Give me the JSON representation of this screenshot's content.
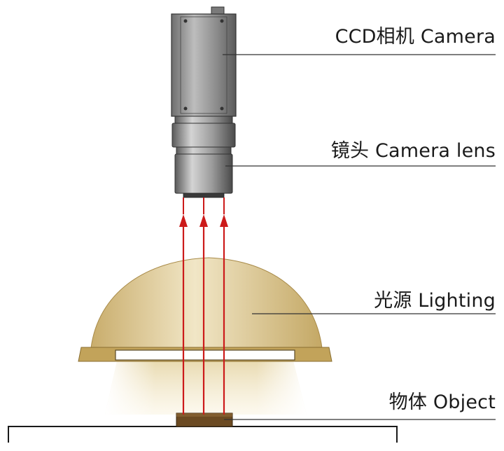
{
  "labels": {
    "camera": "CCD相机 Camera",
    "lens": "镜头 Camera lens",
    "light": "光源 Lighting",
    "object": "物体 Object"
  },
  "colors": {
    "camera_body": "#8a8a8a",
    "lens": "#9a9a9a",
    "dome": "#d9c79a",
    "dome_rim": "#b89a55",
    "light_beam": "#efe4c6",
    "rays": "#d01818",
    "object": "#6b4a22",
    "leader_line": "#333333"
  },
  "icons": [
    "camera-body",
    "camera-lens",
    "dome-light-source",
    "object-sample",
    "reflected-light-rays",
    "stage-table"
  ]
}
